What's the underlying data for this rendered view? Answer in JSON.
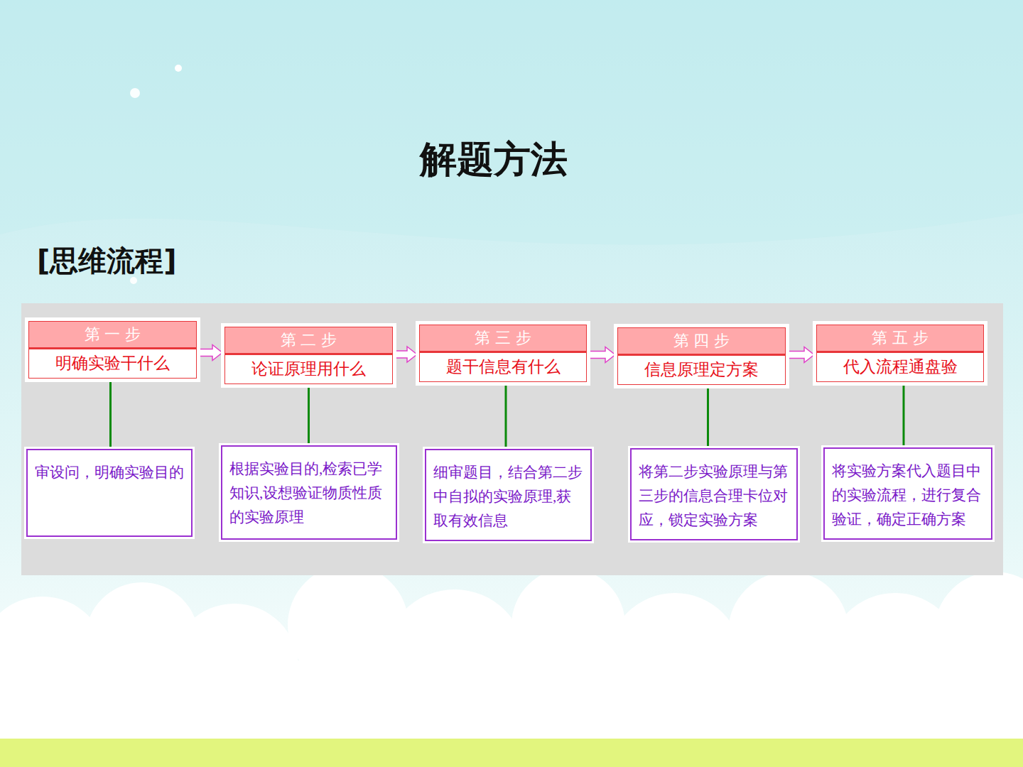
{
  "diagram": {
    "title": "解题方法",
    "nodes": [
      {
        "text": [
          "第 一 步",
          "明确实验干什么"
        ]
      },
      {
        "text": [
          "第 二 步",
          "论证原理用什么"
        ]
      },
      {
        "text": [
          "第 三 步",
          "题干信息有什么"
        ]
      },
      {
        "text": [
          "第 四 步",
          "信息原理定方案"
        ]
      },
      {
        "text": [
          "第 五 步",
          "代入流程通盘验"
        ]
      },
      {
        "text": [
          "审设问，明确实验目的"
        ]
      },
      {
        "text": [
          "根据实验目的,检索已学知识,设想验证物质性质的实验原理"
        ]
      },
      {
        "text": [
          "细审题目，结合第二步中自拟的实验原理,获取有效信息"
        ]
      },
      {
        "text": [
          "将第二步实验原理与第三步的信息合理卡位对应，锁定实验方案"
        ]
      },
      {
        "text": [
          "将实验方案代入题目中的实验流程，进行复合验证，确定正确方案"
        ]
      }
    ],
    "edges": [
      {
        "from": 0,
        "to": 1,
        "arrow": "to"
      },
      {
        "from": 1,
        "to": 2,
        "arrow": "to"
      },
      {
        "from": 2,
        "to": 3,
        "arrow": "to"
      },
      {
        "from": 3,
        "to": 4,
        "arrow": "to"
      },
      {
        "from": 0,
        "to": 5,
        "arrow": "none"
      },
      {
        "from": 1,
        "to": 6,
        "arrow": "none"
      },
      {
        "from": 2,
        "to": 7,
        "arrow": "none"
      },
      {
        "from": 3,
        "to": 8,
        "arrow": "none"
      },
      {
        "from": 4,
        "to": 9,
        "arrow": "none"
      }
    ],
    "labels": [
      "[思维流程]"
    ]
  }
}
